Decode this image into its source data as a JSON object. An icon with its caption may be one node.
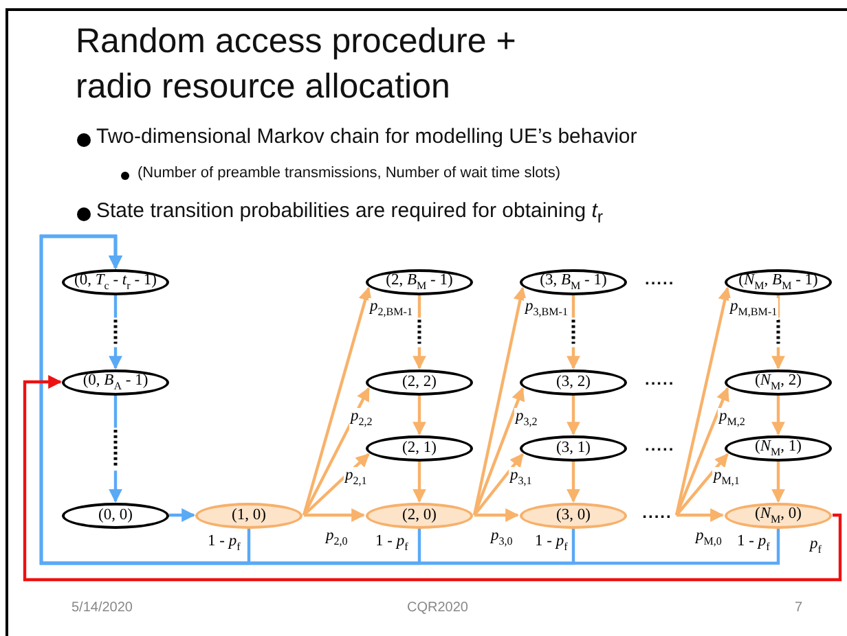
{
  "diagram": {
    "title": "Random access procedure + radio resource allocation",
    "nodes": [
      {
        "text": [
          "(0, *T*$_{c}$ - *t*$_{r}$ - 1)"
        ]
      },
      {
        "text": [
          "(0, *B*$_{A}$ - 1)"
        ]
      },
      {
        "text": [
          "(0, 0)"
        ]
      },
      {
        "text": [
          "(1, 0)"
        ]
      },
      {
        "text": [
          "(2, *B*$_{M}$ - 1)"
        ]
      },
      {
        "text": [
          "(2, 2)"
        ]
      },
      {
        "text": [
          "(2, 1)"
        ]
      },
      {
        "text": [
          "(2, 0)"
        ]
      },
      {
        "text": [
          "(3, *B*$_{M}$ - 1)"
        ]
      },
      {
        "text": [
          "(3, 2)"
        ]
      },
      {
        "text": [
          "(3, 1)"
        ]
      },
      {
        "text": [
          "(3, 0)"
        ]
      },
      {
        "text": [
          "....."
        ]
      },
      {
        "text": [
          "(*N*$_{M}$, *B*$_{M}$ - 1)"
        ]
      },
      {
        "text": [
          "(*N*$_{M}$, 2)"
        ]
      },
      {
        "text": [
          "(*N*$_{M}$, 1)"
        ]
      },
      {
        "text": [
          "(*N*$_{M}$, 0)"
        ]
      }
    ],
    "edges": [
      {
        "from": 0,
        "to": 1,
        "arrow": "to",
        "style": "dashed",
        "color": "#5aa9f5"
      },
      {
        "from": 1,
        "to": 2,
        "arrow": "to",
        "style": "dashed",
        "color": "#5aa9f5"
      },
      {
        "from": 2,
        "to": 3,
        "arrow": "to",
        "color": "#5aa9f5"
      },
      {
        "from": 3,
        "to": 4,
        "arrow": "to",
        "label": "*p*$_{2,BM-1}$"
      },
      {
        "from": 3,
        "to": 5,
        "arrow": "to",
        "label": "*p*$_{2,2}$"
      },
      {
        "from": 3,
        "to": 6,
        "arrow": "to",
        "label": "*p*$_{2,1}$"
      },
      {
        "from": 3,
        "to": 7,
        "arrow": "to",
        "label": "*p*$_{2,0}$"
      },
      {
        "from": 4,
        "to": 5,
        "arrow": "to",
        "style": "dashed"
      },
      {
        "from": 5,
        "to": 6,
        "arrow": "to"
      },
      {
        "from": 6,
        "to": 7,
        "arrow": "to"
      },
      {
        "from": 7,
        "to": 8,
        "arrow": "to",
        "label": "*p*$_{3,BM-1}$"
      },
      {
        "from": 7,
        "to": 9,
        "arrow": "to",
        "label": "*p*$_{3,2}$"
      },
      {
        "from": 7,
        "to": 10,
        "arrow": "to",
        "label": "*p*$_{3,1}$"
      },
      {
        "from": 7,
        "to": 11,
        "arrow": "to",
        "label": "*p*$_{3,0}$"
      },
      {
        "from": 8,
        "to": 9,
        "arrow": "to",
        "style": "dashed"
      },
      {
        "from": 9,
        "to": 10,
        "arrow": "to"
      },
      {
        "from": 10,
        "to": 11,
        "arrow": "to"
      },
      {
        "from": 12,
        "to": 13,
        "arrow": "to",
        "label": "*p*$_{M,BM-1}$"
      },
      {
        "from": 12,
        "to": 14,
        "arrow": "to",
        "label": "*p*$_{M,2}$"
      },
      {
        "from": 12,
        "to": 15,
        "arrow": "to",
        "label": "*p*$_{M,1}$"
      },
      {
        "from": 12,
        "to": 16,
        "arrow": "to",
        "label": "*p*$_{M,0}$"
      },
      {
        "from": 13,
        "to": 14,
        "arrow": "to",
        "style": "dashed"
      },
      {
        "from": 14,
        "to": 15,
        "arrow": "to"
      },
      {
        "from": 15,
        "to": 16,
        "arrow": "to"
      },
      {
        "from": 3,
        "to": 0,
        "arrow": "to",
        "label": "1 - *p*$_{f}$",
        "color": "#5aa9f5"
      },
      {
        "from": 7,
        "to": 0,
        "arrow": "to",
        "label": "1 - *p*$_{f}$",
        "color": "#5aa9f5"
      },
      {
        "from": 11,
        "to": 0,
        "arrow": "to",
        "label": "1 - *p*$_{f}$",
        "color": "#5aa9f5"
      },
      {
        "from": 16,
        "to": 0,
        "arrow": "to",
        "label": "1 - *p*$_{f}$",
        "color": "#5aa9f5"
      },
      {
        "from": 16,
        "to": 1,
        "arrow": "to",
        "label": "*p*$_{f}$",
        "color": "#ee1111"
      }
    ],
    "labels": [
      "Two-dimensional Markov chain for modelling UE’s behavior",
      "(Number of preamble transmissions, Number of wait time slots)",
      "State transition probabilities are required for obtaining *t*$_{r}$",
      ".....",
      ".....",
      ".....",
      "5/14/2020",
      "CQR2020",
      "7"
    ]
  }
}
